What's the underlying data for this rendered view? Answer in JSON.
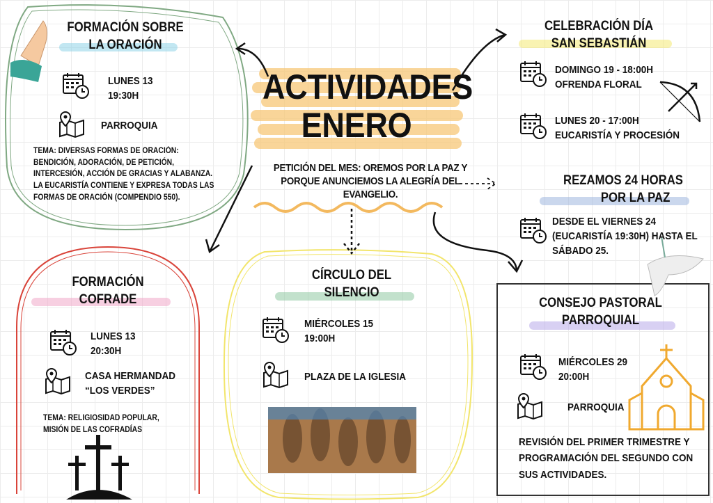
{
  "title": {
    "line1": "ACTIVIDADES",
    "line2": "ENERO"
  },
  "peticion": "PETICIÓN DEL MES: OREMOS POR LA PAZ Y PORQUE ANUNCIEMOS LA ALEGRÍA DEL EVANGELIO.",
  "oracion": {
    "title1": "FORMACIÓN SOBRE",
    "title2": "LA ORACIÓN",
    "date1": "LUNES 13",
    "date2": "19:30H",
    "place": "PARROQUIA",
    "tema": "TEMA: DIVERSAS FORMAS DE ORACIÓN: BENDICIÓN, ADORACIÓN, DE PETICIÓN, INTERCESIÓN, ACCIÓN DE GRACIAS Y ALABANZA. LA EUCARISTÍA CONTIENE Y EXPRESA TODAS LAS FORMAS DE ORACIÓN (COMPENDIO 550)."
  },
  "sebastian": {
    "title1": "CELEBRACIÓN DÍA",
    "title2": "SAN SEBASTIÁN",
    "e1a": "DOMINGO 19 - 18:00H",
    "e1b": "OFRENDA FLORAL",
    "e2a": "LUNES 20 - 17:00H",
    "e2b": "EUCARISTÍA Y PROCESIÓN"
  },
  "rezamos": {
    "title1": "REZAMOS 24 HORAS",
    "title2": "POR LA PAZ",
    "text": "DESDE EL VIERNES 24 (EUCARISTÍA 19:30H) HASTA EL SÁBADO 25."
  },
  "consejo": {
    "title1": "CONSEJO PASTORAL",
    "title2": "PARROQUIAL",
    "date1": "MIÉRCOLES 29",
    "date2": "20:00H",
    "place": "PARROQUIA",
    "text": "REVISIÓN DEL PRIMER TRIMESTRE Y PROGRAMACIÓN DEL SEGUNDO CON SUS ACTIVIDADES."
  },
  "silencio": {
    "title1": "CÍRCULO DEL",
    "title2": "SILENCIO",
    "date1": "MIÉRCOLES 15",
    "date2": "19:00H",
    "place": "PLAZA DE LA IGLESIA"
  },
  "cofrade": {
    "title1": "FORMACIÓN",
    "title2": "COFRADE",
    "date1": "LUNES 13",
    "date2": "20:30H",
    "place1": "CASA HERMANDAD",
    "place2": "“LOS VERDES”",
    "tema": "TEMA: RELIGIOSIDAD POPULAR, MISIÓN DE LAS COFRADÍAS"
  },
  "colors": {
    "green": "#7fa882",
    "red": "#d9443a",
    "yellow": "#f2e56b",
    "orange": "#f7c877"
  }
}
